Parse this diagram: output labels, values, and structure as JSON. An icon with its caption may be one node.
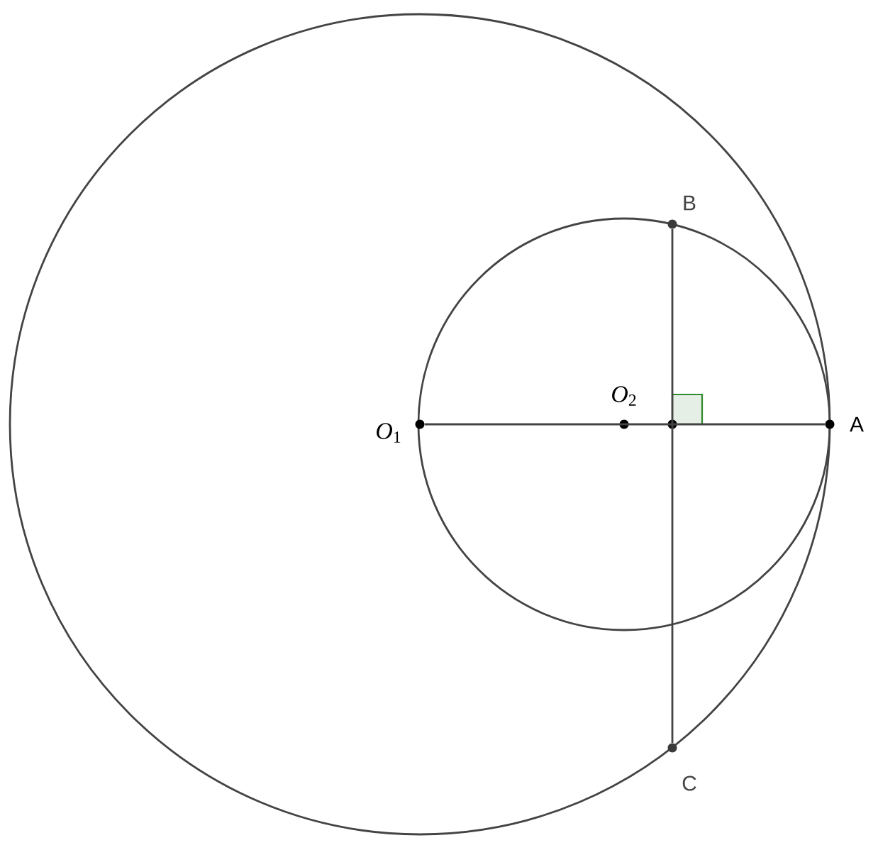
{
  "diagram": {
    "nodes": [
      {
        "text": [
          "B"
        ]
      },
      {
        "text": [
          "*O*$_{2}$"
        ]
      },
      {
        "text": [
          "*O*$_{1}$"
        ]
      },
      {
        "text": [],
        "shape": "circle"
      },
      {
        "text": [
          "A"
        ]
      },
      {
        "text": [
          "C"
        ]
      }
    ],
    "edges": [
      {
        "from": 2,
        "to": 4,
        "arrow": "none"
      },
      {
        "from": 0,
        "to": 5,
        "arrow": "none"
      }
    ]
  }
}
